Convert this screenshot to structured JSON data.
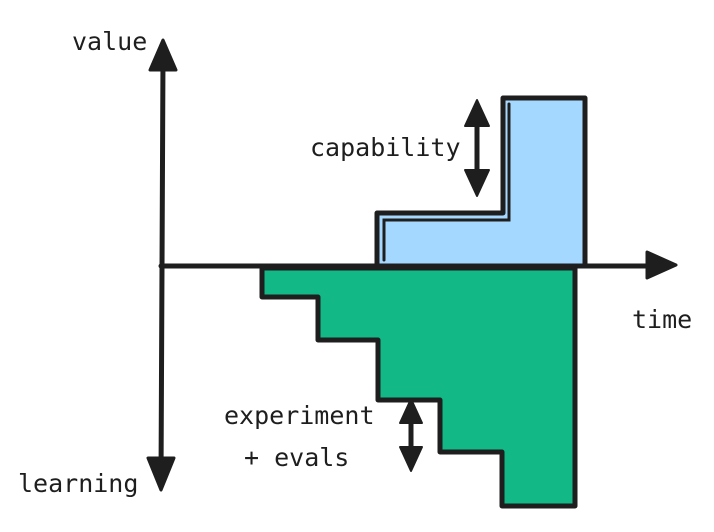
{
  "labels": {
    "value_axis": "value",
    "learning_axis": "learning",
    "time_axis": "time",
    "capability": "capability",
    "experiment_line1": "experiment",
    "experiment_line2": "+ evals"
  },
  "colors": {
    "stroke": "#1e1e1e",
    "capability_fill": "#a5d8ff",
    "learning_fill": "#12b886",
    "background": "#ffffff"
  },
  "icons": {
    "value_arrow": "arrow-up-icon",
    "learning_arrow": "arrow-down-icon",
    "time_arrow": "arrow-right-icon",
    "capability_marker": "double-arrow-vertical-icon",
    "experiment_marker": "double-arrow-vertical-icon"
  }
}
